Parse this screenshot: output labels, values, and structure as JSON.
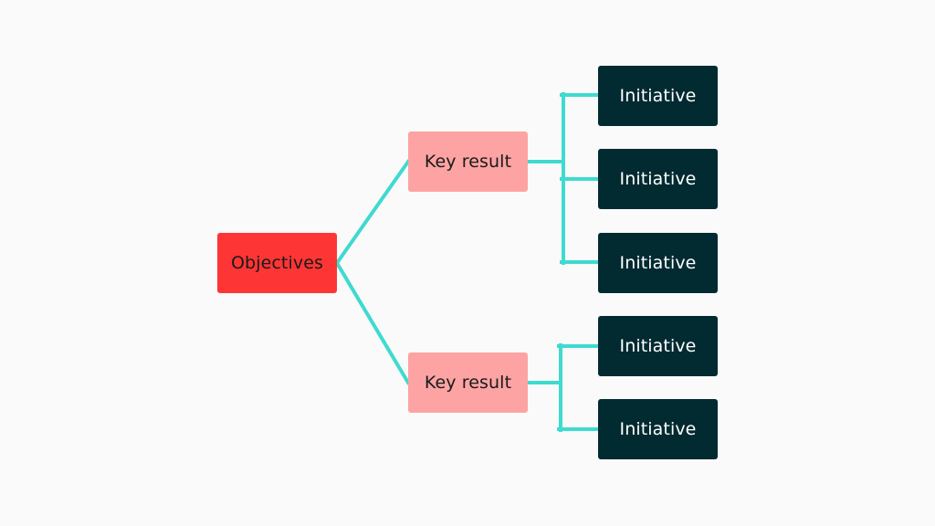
{
  "colors": {
    "background": "#fafafa",
    "objective_fill": "#fe3535",
    "objective_text": "#1a1a1a",
    "key_result_fill": "#fda3a3",
    "key_result_text": "#1a1a1a",
    "initiative_fill": "#022a31",
    "initiative_text": "#ffffff",
    "connector": "#3fdad0"
  },
  "objective": {
    "label": "Objectives"
  },
  "key_results": [
    {
      "label": "Key result"
    },
    {
      "label": "Key result"
    }
  ],
  "initiatives": [
    {
      "label": "Initiative",
      "parent": 0
    },
    {
      "label": "Initiative",
      "parent": 0
    },
    {
      "label": "Initiative",
      "parent": 0
    },
    {
      "label": "Initiative",
      "parent": 1
    },
    {
      "label": "Initiative",
      "parent": 1
    }
  ]
}
